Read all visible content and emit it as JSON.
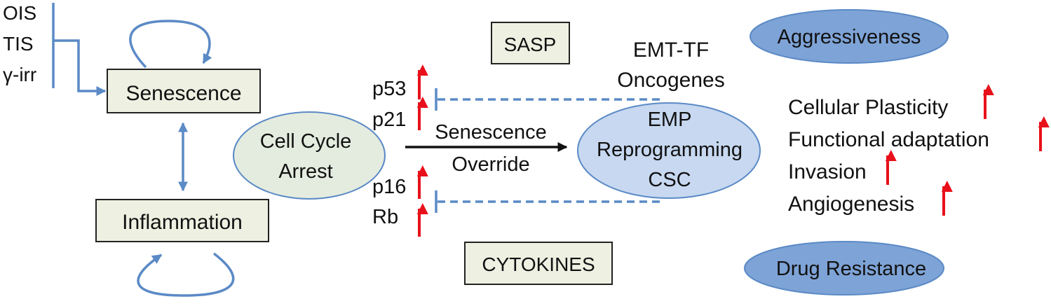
{
  "triggers": [
    "OIS",
    "TIS",
    "γ-irr"
  ],
  "boxes": {
    "senescence": "Senescence",
    "inflammation": "Inflammation",
    "sasp": "SASP",
    "cytokines": "CYTOKINES"
  },
  "ellipses": {
    "cell_cycle_arrest": [
      "Cell Cycle",
      "Arrest"
    ],
    "emp": [
      "EMP",
      "Reprogramming",
      "CSC"
    ],
    "aggressiveness": "Aggressiveness",
    "drug_resistance": "Drug Resistance"
  },
  "markers": [
    "p53",
    "p21",
    "p16",
    "Rb"
  ],
  "override": [
    "Senescence",
    "Override"
  ],
  "emt": [
    "EMT-TF",
    "Oncogenes"
  ],
  "outcomes": [
    "Cellular Plasticity",
    "Functional adaptation",
    "Invasion",
    "Angiogenesis"
  ],
  "colors": {
    "box_fill": "#eef0e2",
    "light_ellipse": "#e4ecdf",
    "emp_ellipse": "#c7d8f0",
    "dark_ellipse": "#7ea3d6",
    "connector": "#5b8ac6",
    "up_arrow": "#e8101a"
  }
}
